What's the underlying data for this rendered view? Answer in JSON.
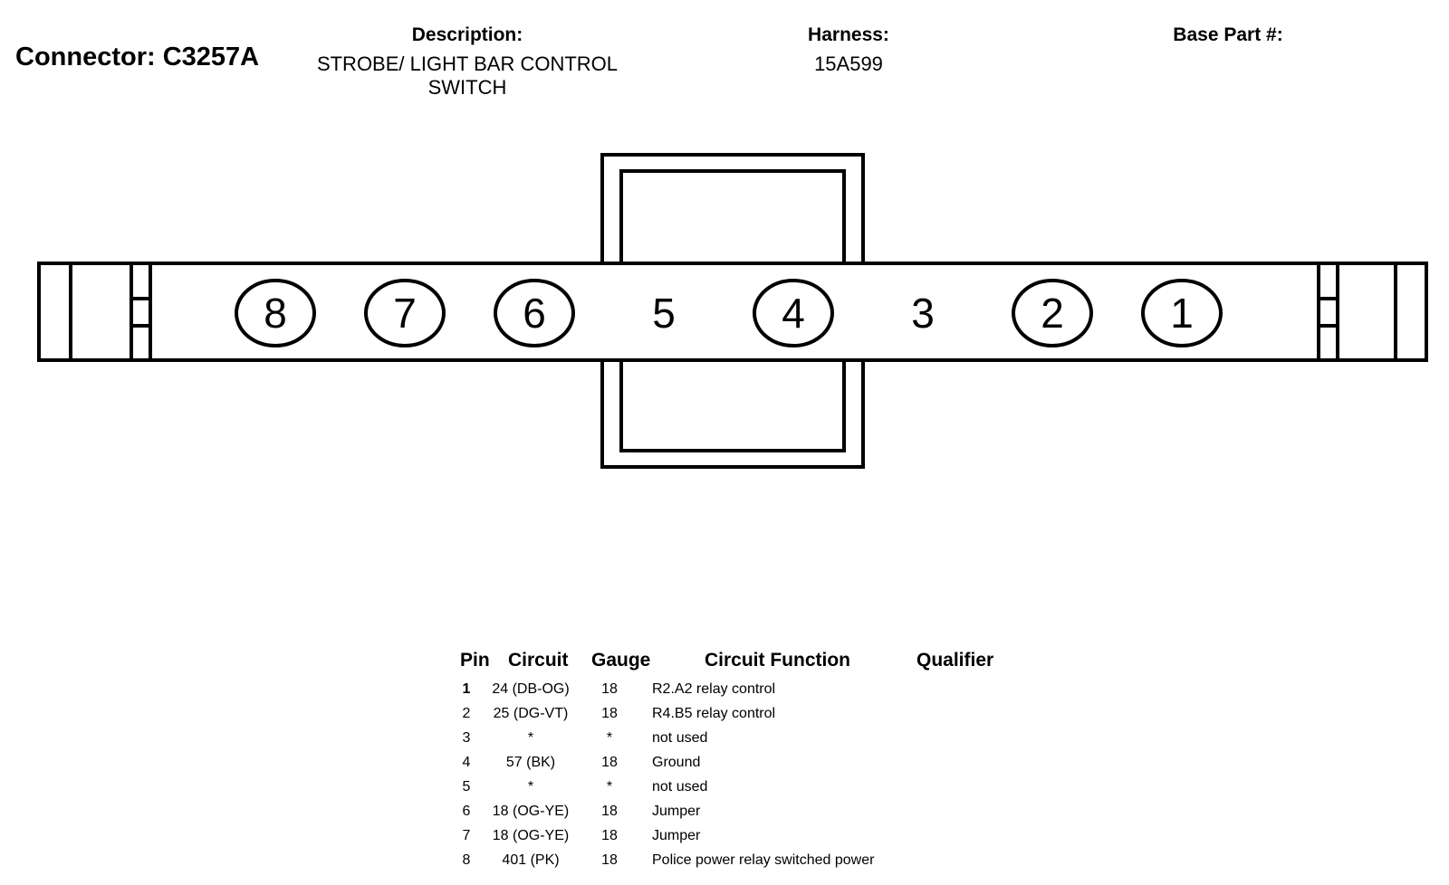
{
  "header": {
    "connector_title": "Connector: C3257A",
    "description_label": "Description:",
    "description_line1": "STROBE/ LIGHT BAR CONTROL",
    "description_line2": "SWITCH",
    "harness_label": "Harness:",
    "harness_value": "15A599",
    "base_part_label": "Base Part #:"
  },
  "diagram": {
    "pins": [
      {
        "label": "8",
        "circled": true
      },
      {
        "label": "7",
        "circled": true
      },
      {
        "label": "6",
        "circled": true
      },
      {
        "label": "5",
        "circled": false
      },
      {
        "label": "4",
        "circled": true
      },
      {
        "label": "3",
        "circled": false
      },
      {
        "label": "2",
        "circled": true
      },
      {
        "label": "1",
        "circled": true
      }
    ]
  },
  "table": {
    "headers": {
      "pin": "Pin",
      "circuit": "Circuit",
      "gauge": "Gauge",
      "function": "Circuit Function",
      "qualifier": "Qualifier"
    },
    "rows": [
      {
        "pin": "1",
        "circuit": "24 (DB-OG)",
        "gauge": "18",
        "function": "R2.A2 relay control",
        "qualifier": ""
      },
      {
        "pin": "2",
        "circuit": "25 (DG-VT)",
        "gauge": "18",
        "function": "R4.B5 relay control",
        "qualifier": ""
      },
      {
        "pin": "3",
        "circuit": "*",
        "gauge": "*",
        "function": "not used",
        "qualifier": ""
      },
      {
        "pin": "4",
        "circuit": "57 (BK)",
        "gauge": "18",
        "function": "Ground",
        "qualifier": ""
      },
      {
        "pin": "5",
        "circuit": "*",
        "gauge": "*",
        "function": "not used",
        "qualifier": ""
      },
      {
        "pin": "6",
        "circuit": "18 (OG-YE)",
        "gauge": "18",
        "function": "Jumper",
        "qualifier": ""
      },
      {
        "pin": "7",
        "circuit": "18 (OG-YE)",
        "gauge": "18",
        "function": "Jumper",
        "qualifier": ""
      },
      {
        "pin": "8",
        "circuit": "401 (PK)",
        "gauge": "18",
        "function": "Police power relay switched power",
        "qualifier": ""
      }
    ]
  }
}
